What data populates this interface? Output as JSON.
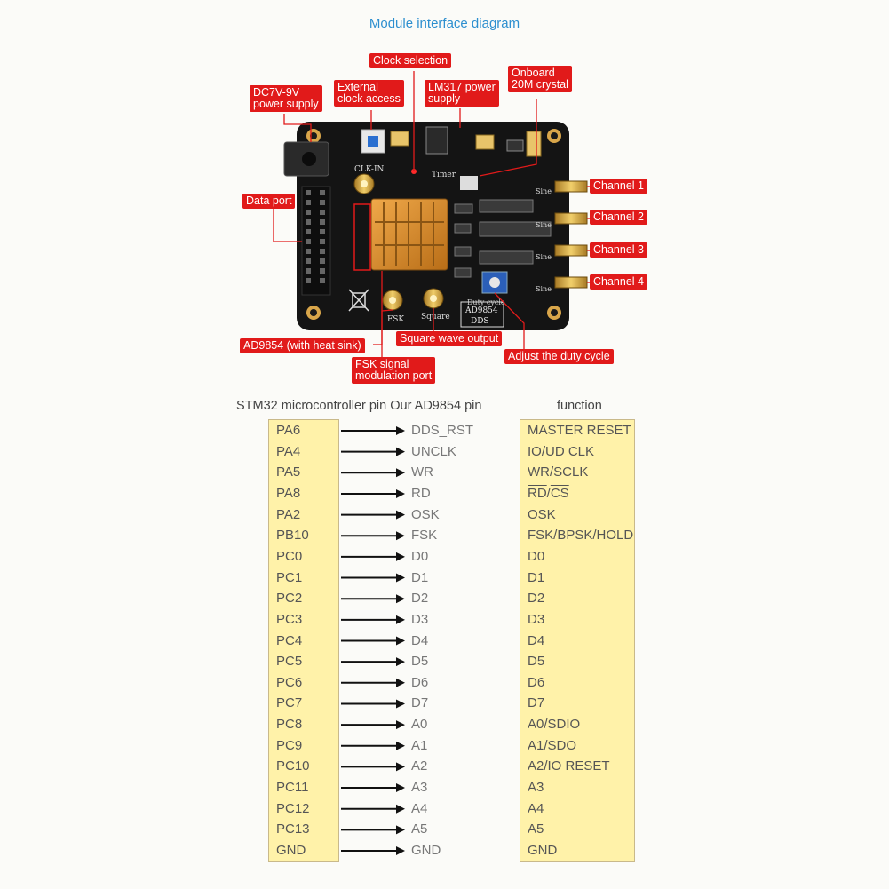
{
  "title": "Module interface diagram",
  "callouts": {
    "clock_selection": "Clock selection",
    "power_supply_1": "DC7V-9V",
    "power_supply_2": "power supply",
    "ext_clock_1": "External",
    "ext_clock_2": "clock access",
    "lm317_1": "LM317 power",
    "lm317_2": "supply",
    "crystal_1": "Onboard",
    "crystal_2": "20M crystal",
    "data_port": "Data port",
    "channel_1": "Channel 1",
    "channel_2": "Channel 2",
    "channel_3": "Channel 3",
    "channel_4": "Channel 4",
    "ad9854": "AD9854 (with heat sink)",
    "square_output": "Square wave output",
    "duty_cycle": "Adjust the duty cycle",
    "fsk_1": "FSK signal",
    "fsk_2": "modulation port"
  },
  "board": {
    "clk_in": "CLK-IN",
    "timer": "Timer",
    "sine": "Sine",
    "fsk": "FSK",
    "square": "Square",
    "duty": "Duty cycle",
    "chip_1": "AD9854",
    "chip_2": "DDS"
  },
  "table": {
    "header_left": "STM32 microcontroller pin Our AD9854 pin",
    "header_right": "function",
    "rows": [
      {
        "stm": "PA6",
        "ad": "DDS_RST",
        "fn": "MASTER RESET"
      },
      {
        "stm": "PA4",
        "ad": "UNCLK",
        "fn": "IO/UD CLK"
      },
      {
        "stm": "PA5",
        "ad": "WR",
        "fn": "WR/SCLK"
      },
      {
        "stm": "PA8",
        "ad": "RD",
        "fn": "RD/CS"
      },
      {
        "stm": "PA2",
        "ad": "OSK",
        "fn": "OSK"
      },
      {
        "stm": "PB10",
        "ad": "FSK",
        "fn": "FSK/BPSK/HOLD"
      },
      {
        "stm": "PC0",
        "ad": "D0",
        "fn": "D0"
      },
      {
        "stm": "PC1",
        "ad": "D1",
        "fn": "D1"
      },
      {
        "stm": "PC2",
        "ad": "D2",
        "fn": "D2"
      },
      {
        "stm": "PC3",
        "ad": "D3",
        "fn": "D3"
      },
      {
        "stm": "PC4",
        "ad": "D4",
        "fn": "D4"
      },
      {
        "stm": "PC5",
        "ad": "D5",
        "fn": "D5"
      },
      {
        "stm": "PC6",
        "ad": "D6",
        "fn": "D6"
      },
      {
        "stm": "PC7",
        "ad": "D7",
        "fn": "D7"
      },
      {
        "stm": "PC8",
        "ad": "A0",
        "fn": "A0/SDIO"
      },
      {
        "stm": "PC9",
        "ad": "A1",
        "fn": "A1/SDO"
      },
      {
        "stm": "PC10",
        "ad": "A2",
        "fn": "A2/IO RESET"
      },
      {
        "stm": "PC11",
        "ad": "A3",
        "fn": "A3"
      },
      {
        "stm": "PC12",
        "ad": "A4",
        "fn": "A4"
      },
      {
        "stm": "PC13",
        "ad": "A5",
        "fn": "A5"
      },
      {
        "stm": "GND",
        "ad": "GND",
        "fn": "GND"
      }
    ]
  },
  "colors": {
    "title_blue": "#2d8fcf",
    "callout_red": "#e11a1a",
    "board_black": "#141414",
    "heatsink": "#d48a2a",
    "table_yellow": "#fff2a9"
  }
}
